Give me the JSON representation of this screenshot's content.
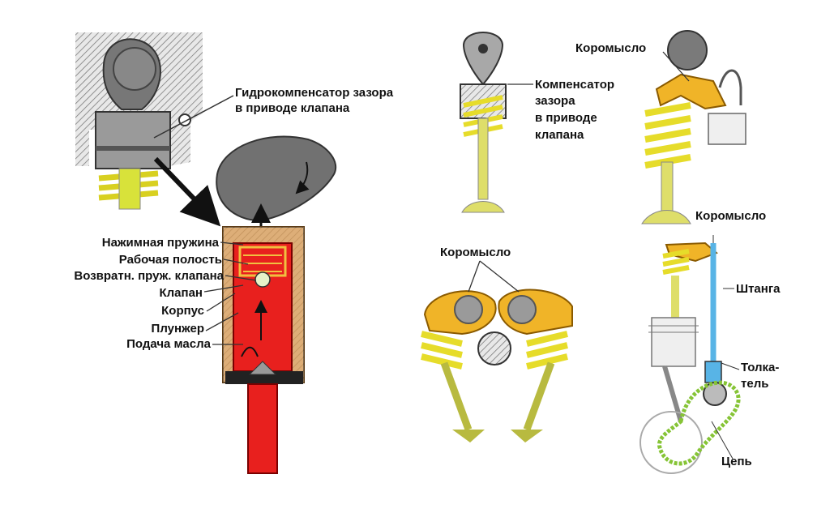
{
  "labels": {
    "hydro_compensator": [
      "Гидрокомпенсатор зазора",
      "в приводе клапана"
    ],
    "press_spring": "Нажимная пружина",
    "work_cavity": "Рабочая полость",
    "return_spring": "Возвратн. пруж. клапана",
    "valve": "Клапан",
    "body": "Корпус",
    "plunger": "Плунжер",
    "oil_feed": "Подача масла",
    "clearance_compensator": [
      "Компенсатор",
      "зазора",
      "в приводе",
      "клапана"
    ],
    "rocker_top_right": "Коромысло",
    "rocker_middle": "Коромысло",
    "rocker_ohv": "Коромысло",
    "pushrod": "Штанга",
    "tappet": [
      "Толка-",
      "тель"
    ],
    "chain": "Цепь"
  },
  "colors": {
    "oil_red": "#e8201e",
    "body_tan": "#d99a52",
    "spring_yellow": "#e6dc2a",
    "valve_yellow": "#e2e06a",
    "rocker_orange": "#f0b428",
    "cam_gray": "#6e6e6e",
    "pushrod_blue": "#58b4e6",
    "chain_green": "#86c436"
  }
}
